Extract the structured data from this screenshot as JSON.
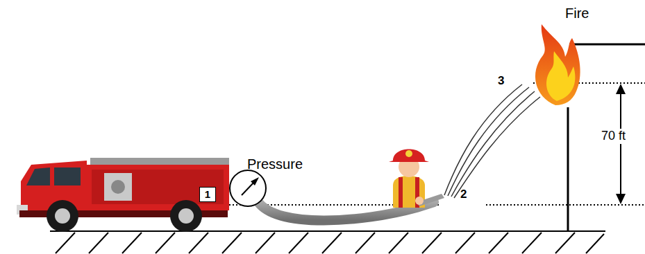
{
  "diagram": {
    "nodes": [
      {
        "text": [
          "Pressure"
        ]
      },
      {
        "text": [
          "1"
        ]
      }
    ],
    "labels": [
      "2",
      "3",
      "Fire",
      "70 ft"
    ]
  }
}
